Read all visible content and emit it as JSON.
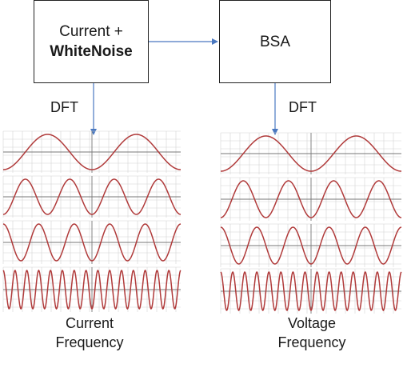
{
  "box_left": {
    "line1": "Current +",
    "line2": "WhiteNoise"
  },
  "box_right": {
    "label": "BSA"
  },
  "arrow_left_label": "DFT",
  "arrow_right_label": "DFT",
  "caption_left": {
    "line1": "Current",
    "line2": "Frequency"
  },
  "caption_right": {
    "line1": "Voltage",
    "line2": "Frequency"
  },
  "colors": {
    "wave": "#b03a3a",
    "arrow": "#4a78c0",
    "grid": "#d4d4d4",
    "axis": "#777777"
  },
  "wave_panels": {
    "left": [
      {
        "cycles": 2
      },
      {
        "cycles": 4
      },
      {
        "cycles": 5
      },
      {
        "cycles": 15
      }
    ],
    "right": [
      {
        "cycles": 2
      },
      {
        "cycles": 4
      },
      {
        "cycles": 5
      },
      {
        "cycles": 15
      }
    ]
  }
}
